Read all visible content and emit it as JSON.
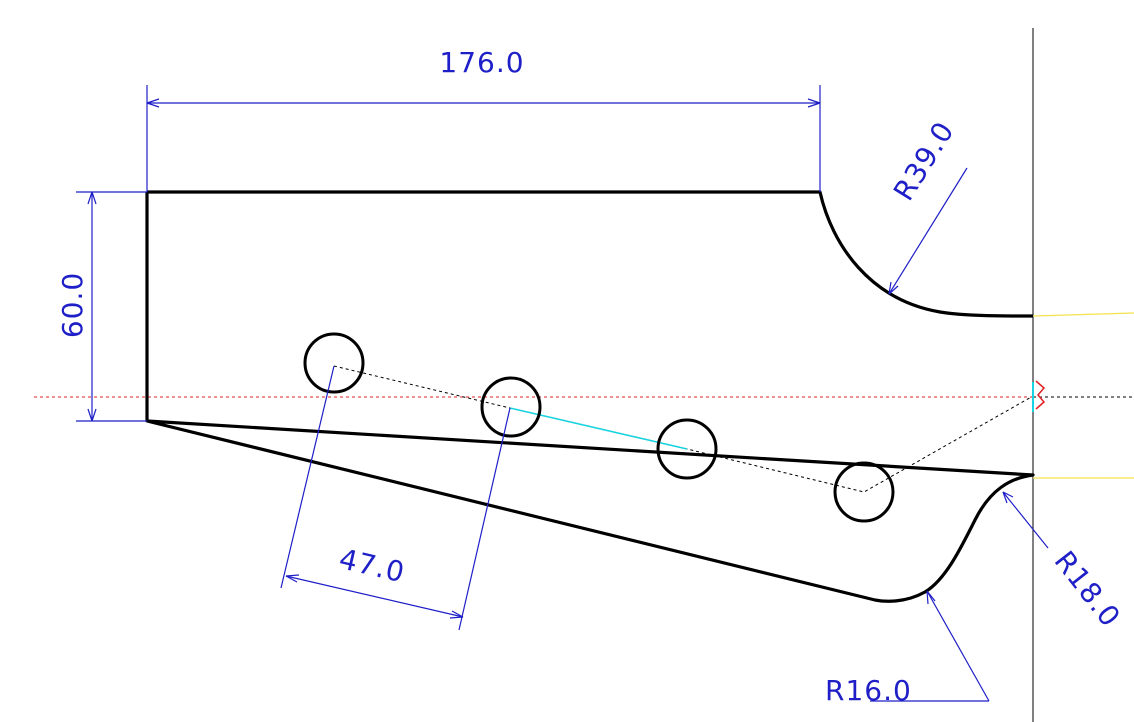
{
  "colors": {
    "background": "#ffffff",
    "outline": "#000000",
    "dimension": "#1f1fc8",
    "centerline": "#e02020",
    "highlight": "#19d3e0",
    "guide": "#f2e24a",
    "marker": "#e02020"
  },
  "dimensions": {
    "overall_length": "176.0",
    "height": "60.0",
    "hole_spacing": "47.0",
    "radius_top": "R39.0",
    "radius_bottom_outer": "R18.0",
    "radius_bottom_inner": "R16.0"
  }
}
